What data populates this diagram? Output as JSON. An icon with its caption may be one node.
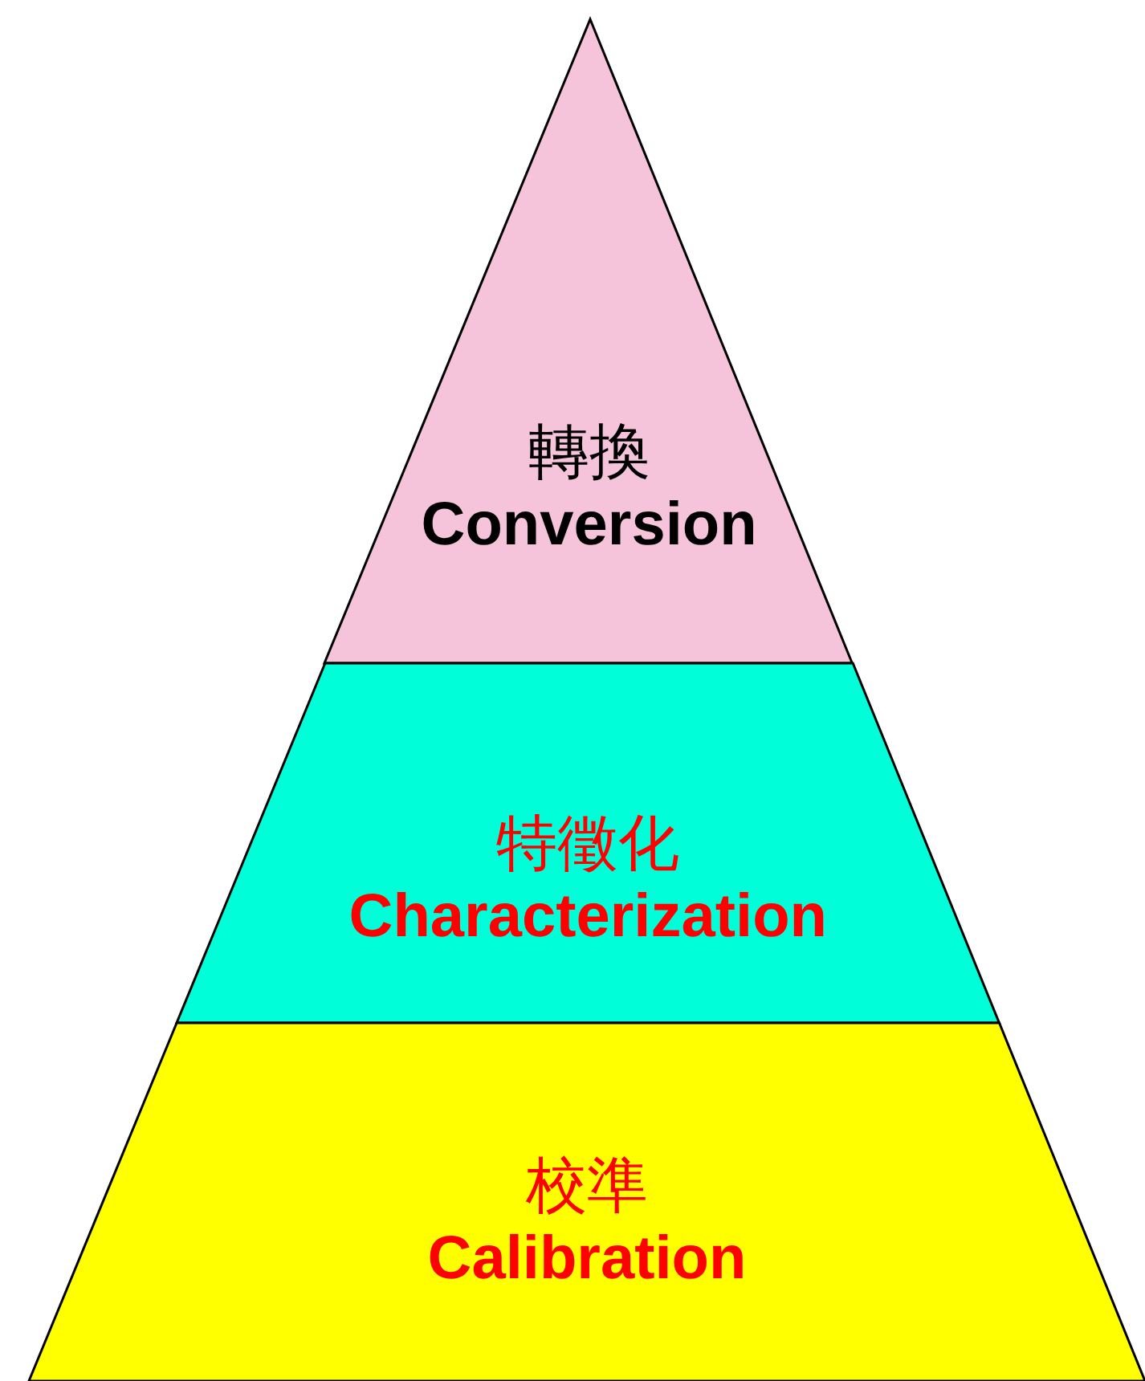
{
  "diagram": {
    "nodes": [
      {
        "text": [
          "轉換",
          "Conversion"
        ]
      },
      {
        "text": [
          "特徵化",
          "Characterization"
        ]
      },
      {
        "text": [
          "校準",
          "Calibration"
        ]
      }
    ],
    "edges": []
  }
}
